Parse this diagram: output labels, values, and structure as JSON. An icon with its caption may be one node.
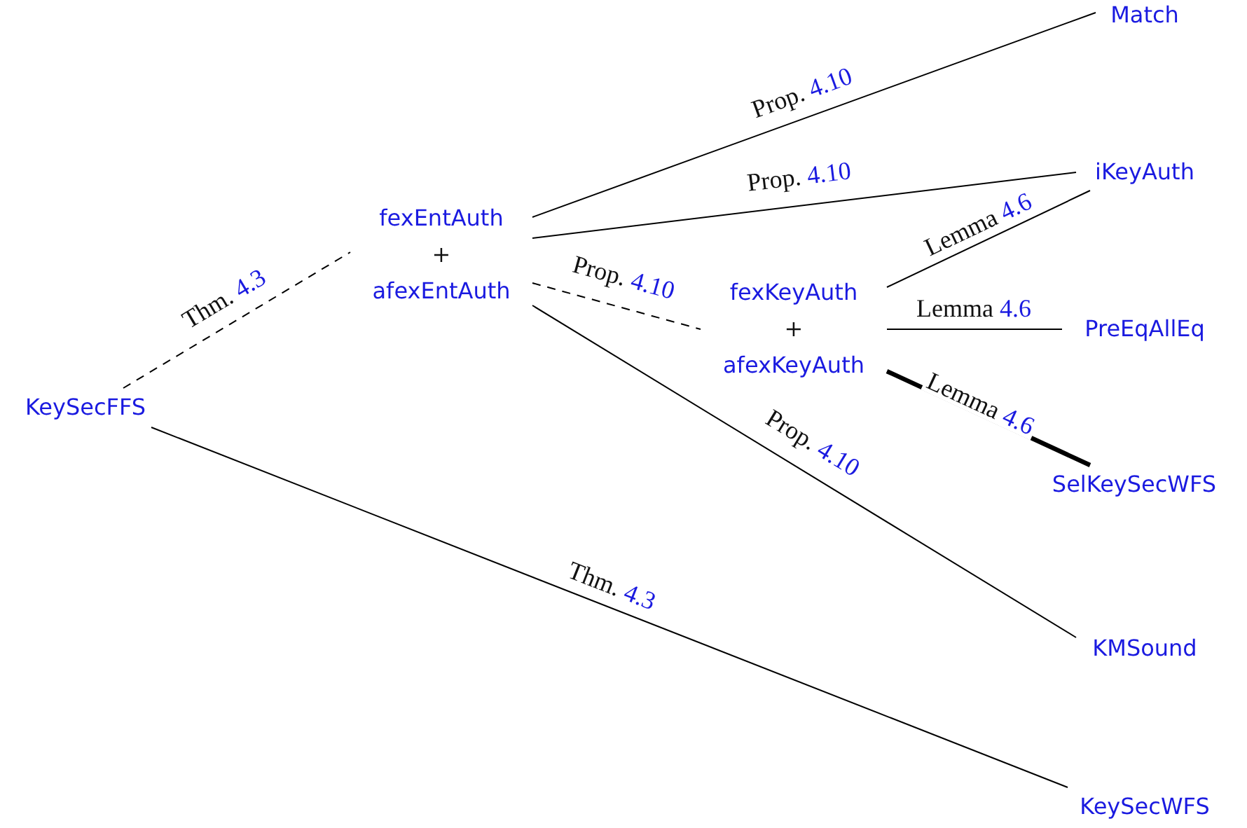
{
  "diagram": {
    "nodes": [
      {
        "text": [
          "KeySecFFS"
        ]
      },
      {
        "text": [
          "fexEntAuth",
          "+",
          "afexEntAuth"
        ]
      },
      {
        "text": [
          "Match"
        ]
      },
      {
        "text": [
          "iKeyAuth"
        ]
      },
      {
        "text": [
          "fexKeyAuth",
          "+",
          "afexKeyAuth"
        ]
      },
      {
        "text": [
          "PreEqAllEq"
        ]
      },
      {
        "text": [
          "SelKeySecWFS"
        ]
      },
      {
        "text": [
          "KMSound"
        ]
      },
      {
        "text": [
          "KeySecWFS"
        ]
      }
    ],
    "edges": [
      {
        "from": 0,
        "to": 1,
        "arrow": "none",
        "label": "Thm. 4.3",
        "style": "dashed"
      },
      {
        "from": 0,
        "to": 8,
        "arrow": "none",
        "label": "Thm. 4.3"
      },
      {
        "from": 1,
        "to": 2,
        "arrow": "none",
        "label": "Prop. 4.10"
      },
      {
        "from": 1,
        "to": 3,
        "arrow": "none",
        "label": "Prop. 4.10"
      },
      {
        "from": 1,
        "to": 4,
        "arrow": "none",
        "label": "Prop. 4.10",
        "style": "dashed"
      },
      {
        "from": 1,
        "to": 7,
        "arrow": "none",
        "label": "Prop. 4.10"
      },
      {
        "from": 4,
        "to": 3,
        "arrow": "none",
        "label": "Lemma 4.6"
      },
      {
        "from": 4,
        "to": 5,
        "arrow": "none",
        "label": "Lemma 4.6"
      },
      {
        "from": 4,
        "to": 6,
        "arrow": "none",
        "label": "Lemma 4.6",
        "style": "thick"
      }
    ]
  }
}
